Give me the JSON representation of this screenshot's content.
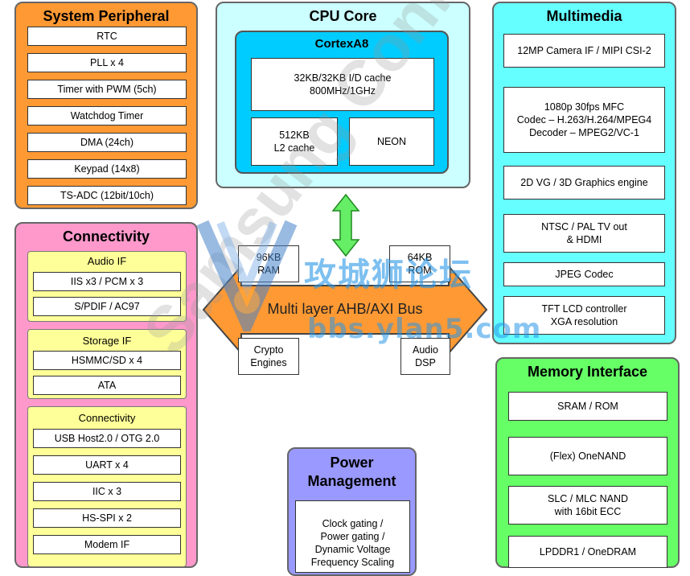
{
  "system_peripheral": {
    "title": "System Peripheral",
    "items": [
      "RTC",
      "PLL x 4",
      "Timer with PWM (5ch)",
      "Watchdog Timer",
      "DMA (24ch)",
      "Keypad (14x8)",
      "TS-ADC (12bit/10ch)"
    ]
  },
  "cpu_core": {
    "title": "CPU Core",
    "cortex_title": "CortexA8",
    "cache": "32KB/32KB I/D cache\n800MHz/1GHz",
    "l2": "512KB\nL2 cache",
    "neon": "NEON"
  },
  "multimedia": {
    "title": "Multimedia",
    "items": [
      "12MP Camera IF / MIPI CSI-2",
      "1080p 30fps MFC\nCodec – H.263/H.264/MPEG4\nDecoder – MPEG2/VC-1",
      "2D VG / 3D Graphics engine",
      "NTSC / PAL TV out\n& HDMI",
      "JPEG Codec",
      "TFT LCD controller\nXGA resolution"
    ]
  },
  "connectivity": {
    "title": "Connectivity",
    "groups": [
      {
        "label": "Audio IF",
        "items": [
          "IIS x3 / PCM x 3",
          "S/PDIF / AC97"
        ]
      },
      {
        "label": "Storage IF",
        "items": [
          "HSMMC/SD x 4",
          "ATA"
        ]
      },
      {
        "label": "Connectivity",
        "items": [
          "USB Host2.0 / OTG 2.0",
          "UART x 4",
          "IIC x 3",
          "HS-SPI x 2",
          "Modem IF"
        ]
      }
    ]
  },
  "bus": {
    "label": "Multi layer AHB/AXI Bus",
    "ram": "96KB\nRAM",
    "rom": "64KB\nROM",
    "crypto": "Crypto\nEngines",
    "audio_dsp": "Audio\nDSP"
  },
  "power": {
    "title": "Power\nManagement",
    "detail": "Clock gating /\nPower gating /\nDynamic Voltage\nFrequency Scaling"
  },
  "memory": {
    "title": "Memory Interface",
    "items": [
      "SRAM / ROM",
      "(Flex) OneNAND",
      "SLC / MLC NAND\nwith 16bit ECC",
      "LPDDR1 / OneDRAM"
    ]
  },
  "watermark": {
    "site_cn": "攻城狮论坛",
    "site_url": "bbs.ylan5.com",
    "diag": "Samsung Confidential"
  },
  "colors": {
    "peripheral": "#ff9933",
    "cpu_outer": "#ccffff",
    "cpu_inner": "#00ccff",
    "multimedia": "#66ffff",
    "connectivity": "#ff99cc",
    "subgroup": "#ffff99",
    "bus_arrow": "#ff9933",
    "power": "#9999ff",
    "memory": "#66ff66",
    "green_arrow": "#66ee66"
  }
}
